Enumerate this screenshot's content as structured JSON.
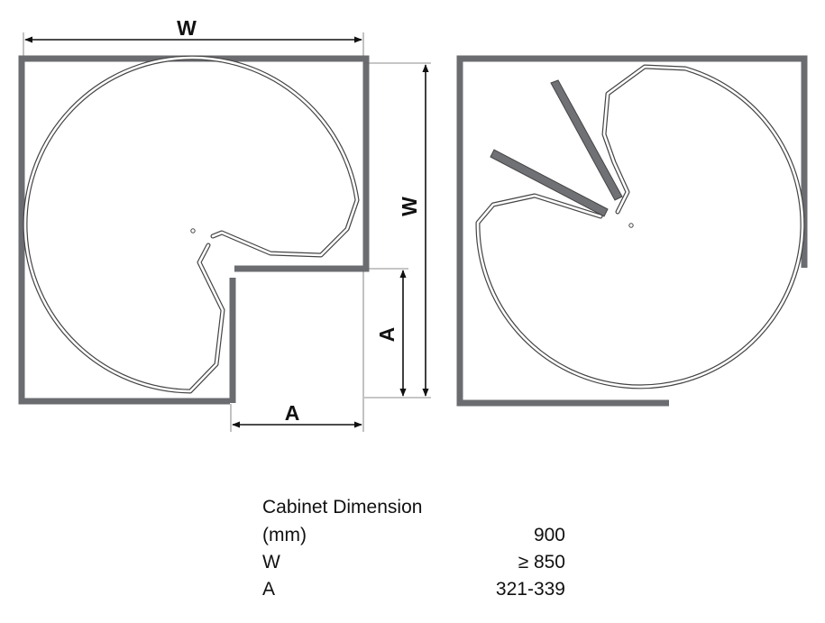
{
  "labels": {
    "top_width": "W",
    "side_width": "W",
    "side_a": "A",
    "bottom_a": "A"
  },
  "colors": {
    "cabinet_wall": "#6b6c70",
    "line": "#444444",
    "text": "#111111"
  },
  "table": {
    "title": "Cabinet Dimension",
    "rows": [
      {
        "label": "(mm)",
        "value": "900"
      },
      {
        "label": "W",
        "value": "≥ 850"
      },
      {
        "label": "A",
        "value": "321-339"
      }
    ]
  }
}
